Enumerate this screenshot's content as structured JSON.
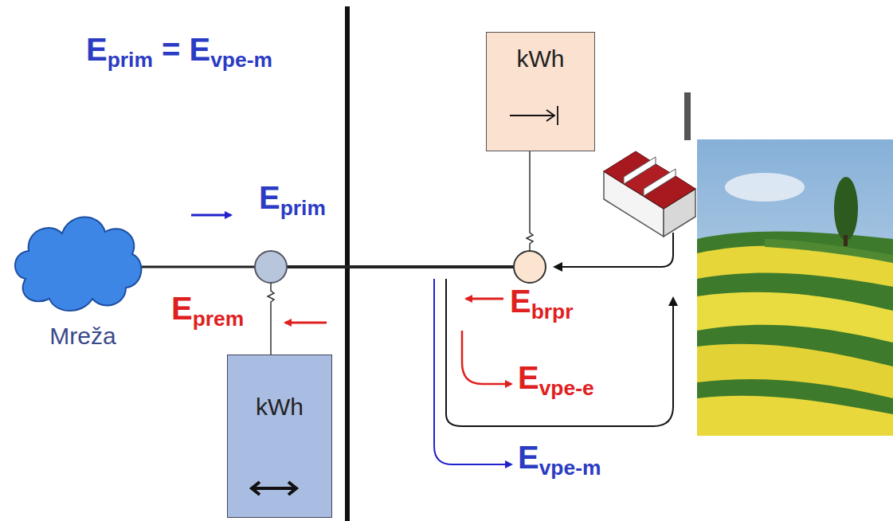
{
  "diagram": {
    "nodes": [
      {
        "text": [
          "Mreža"
        ]
      },
      {
        "text": [
          "kWh"
        ]
      },
      {
        "text": [
          "kWh"
        ]
      }
    ],
    "labels": [
      "Eprim = Evpe-m",
      "Eprim",
      "Eprem",
      "Ebrpr",
      "Evpe-e",
      "Evpe-m"
    ]
  }
}
